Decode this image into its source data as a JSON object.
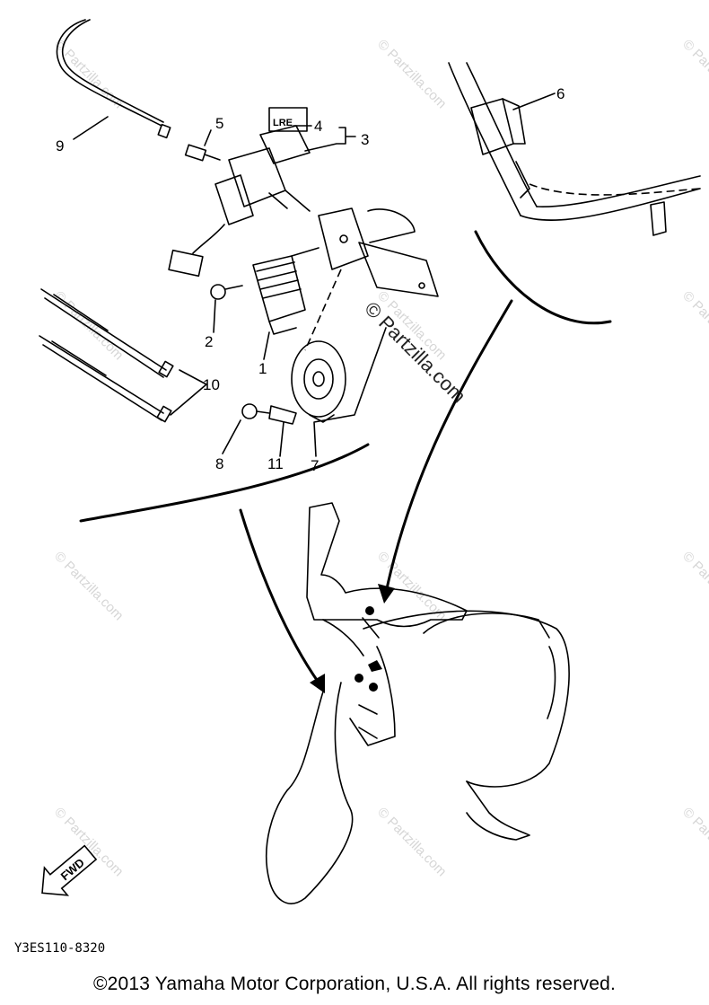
{
  "callouts": {
    "c1": "1",
    "c2": "2",
    "c3": "3",
    "c4": "4",
    "c5": "5",
    "c6": "6",
    "c7": "7",
    "c8": "8",
    "c9": "9",
    "c10": "10",
    "c11": "11"
  },
  "watermark": {
    "text": "© Partzilla.com",
    "repeat_count": 12
  },
  "fwd_label": "FWD",
  "diagram_code": "Y3ES110-8320",
  "copyright": "©2013  Yamaha Motor Corporation, U.S.A. All rights reserved."
}
